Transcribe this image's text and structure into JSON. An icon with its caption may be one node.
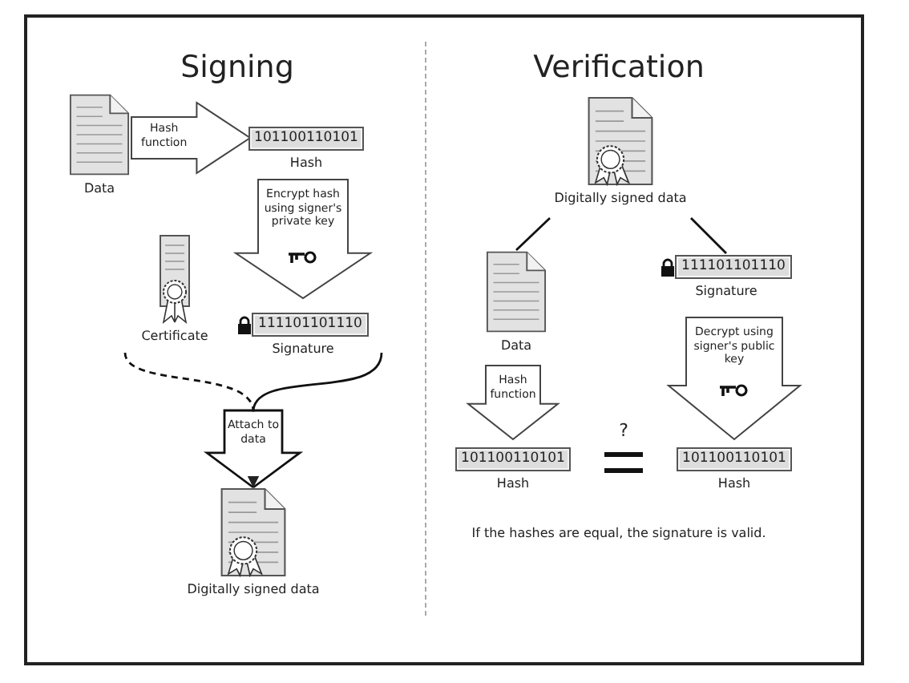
{
  "diagram": {
    "nodes": [
      {
        "text": [
          "Data"
        ]
      },
      {
        "text": [
          "101100110101",
          "Hash"
        ]
      },
      {
        "text": [
          "Certificate"
        ]
      },
      {
        "text": [
          "111101101110",
          "Signature"
        ]
      },
      {
        "text": [
          "Digitally signed data"
        ]
      },
      {
        "text": [
          "Digitally signed data"
        ]
      },
      {
        "text": [
          "Data"
        ]
      },
      {
        "text": [
          "111101101110",
          "Signature"
        ]
      },
      {
        "text": [
          "101100110101",
          "Hash"
        ]
      },
      {
        "text": [
          "101100110101",
          "Hash"
        ]
      }
    ],
    "edges": [
      {
        "from": 0,
        "to": 1,
        "arrow": "to",
        "label": "Hash function"
      },
      {
        "from": 1,
        "to": 3,
        "arrow": "to",
        "label": "Encrypt hash using signer's private key"
      },
      {
        "from": 2,
        "to": 4,
        "arrow": "to",
        "style": "dashed"
      },
      {
        "from": 3,
        "to": 4,
        "arrow": "to",
        "label": "Attach to data"
      },
      {
        "from": 5,
        "to": 6,
        "arrow": "none"
      },
      {
        "from": 5,
        "to": 7,
        "arrow": "none"
      },
      {
        "from": 6,
        "to": 8,
        "arrow": "to",
        "label": "Hash function"
      },
      {
        "from": 7,
        "to": 9,
        "arrow": "to",
        "label": "Decrypt using signer's public key"
      }
    ],
    "labels": [
      "Signing",
      "Verification",
      "?",
      "If the hashes are equal, the signature is valid."
    ]
  }
}
